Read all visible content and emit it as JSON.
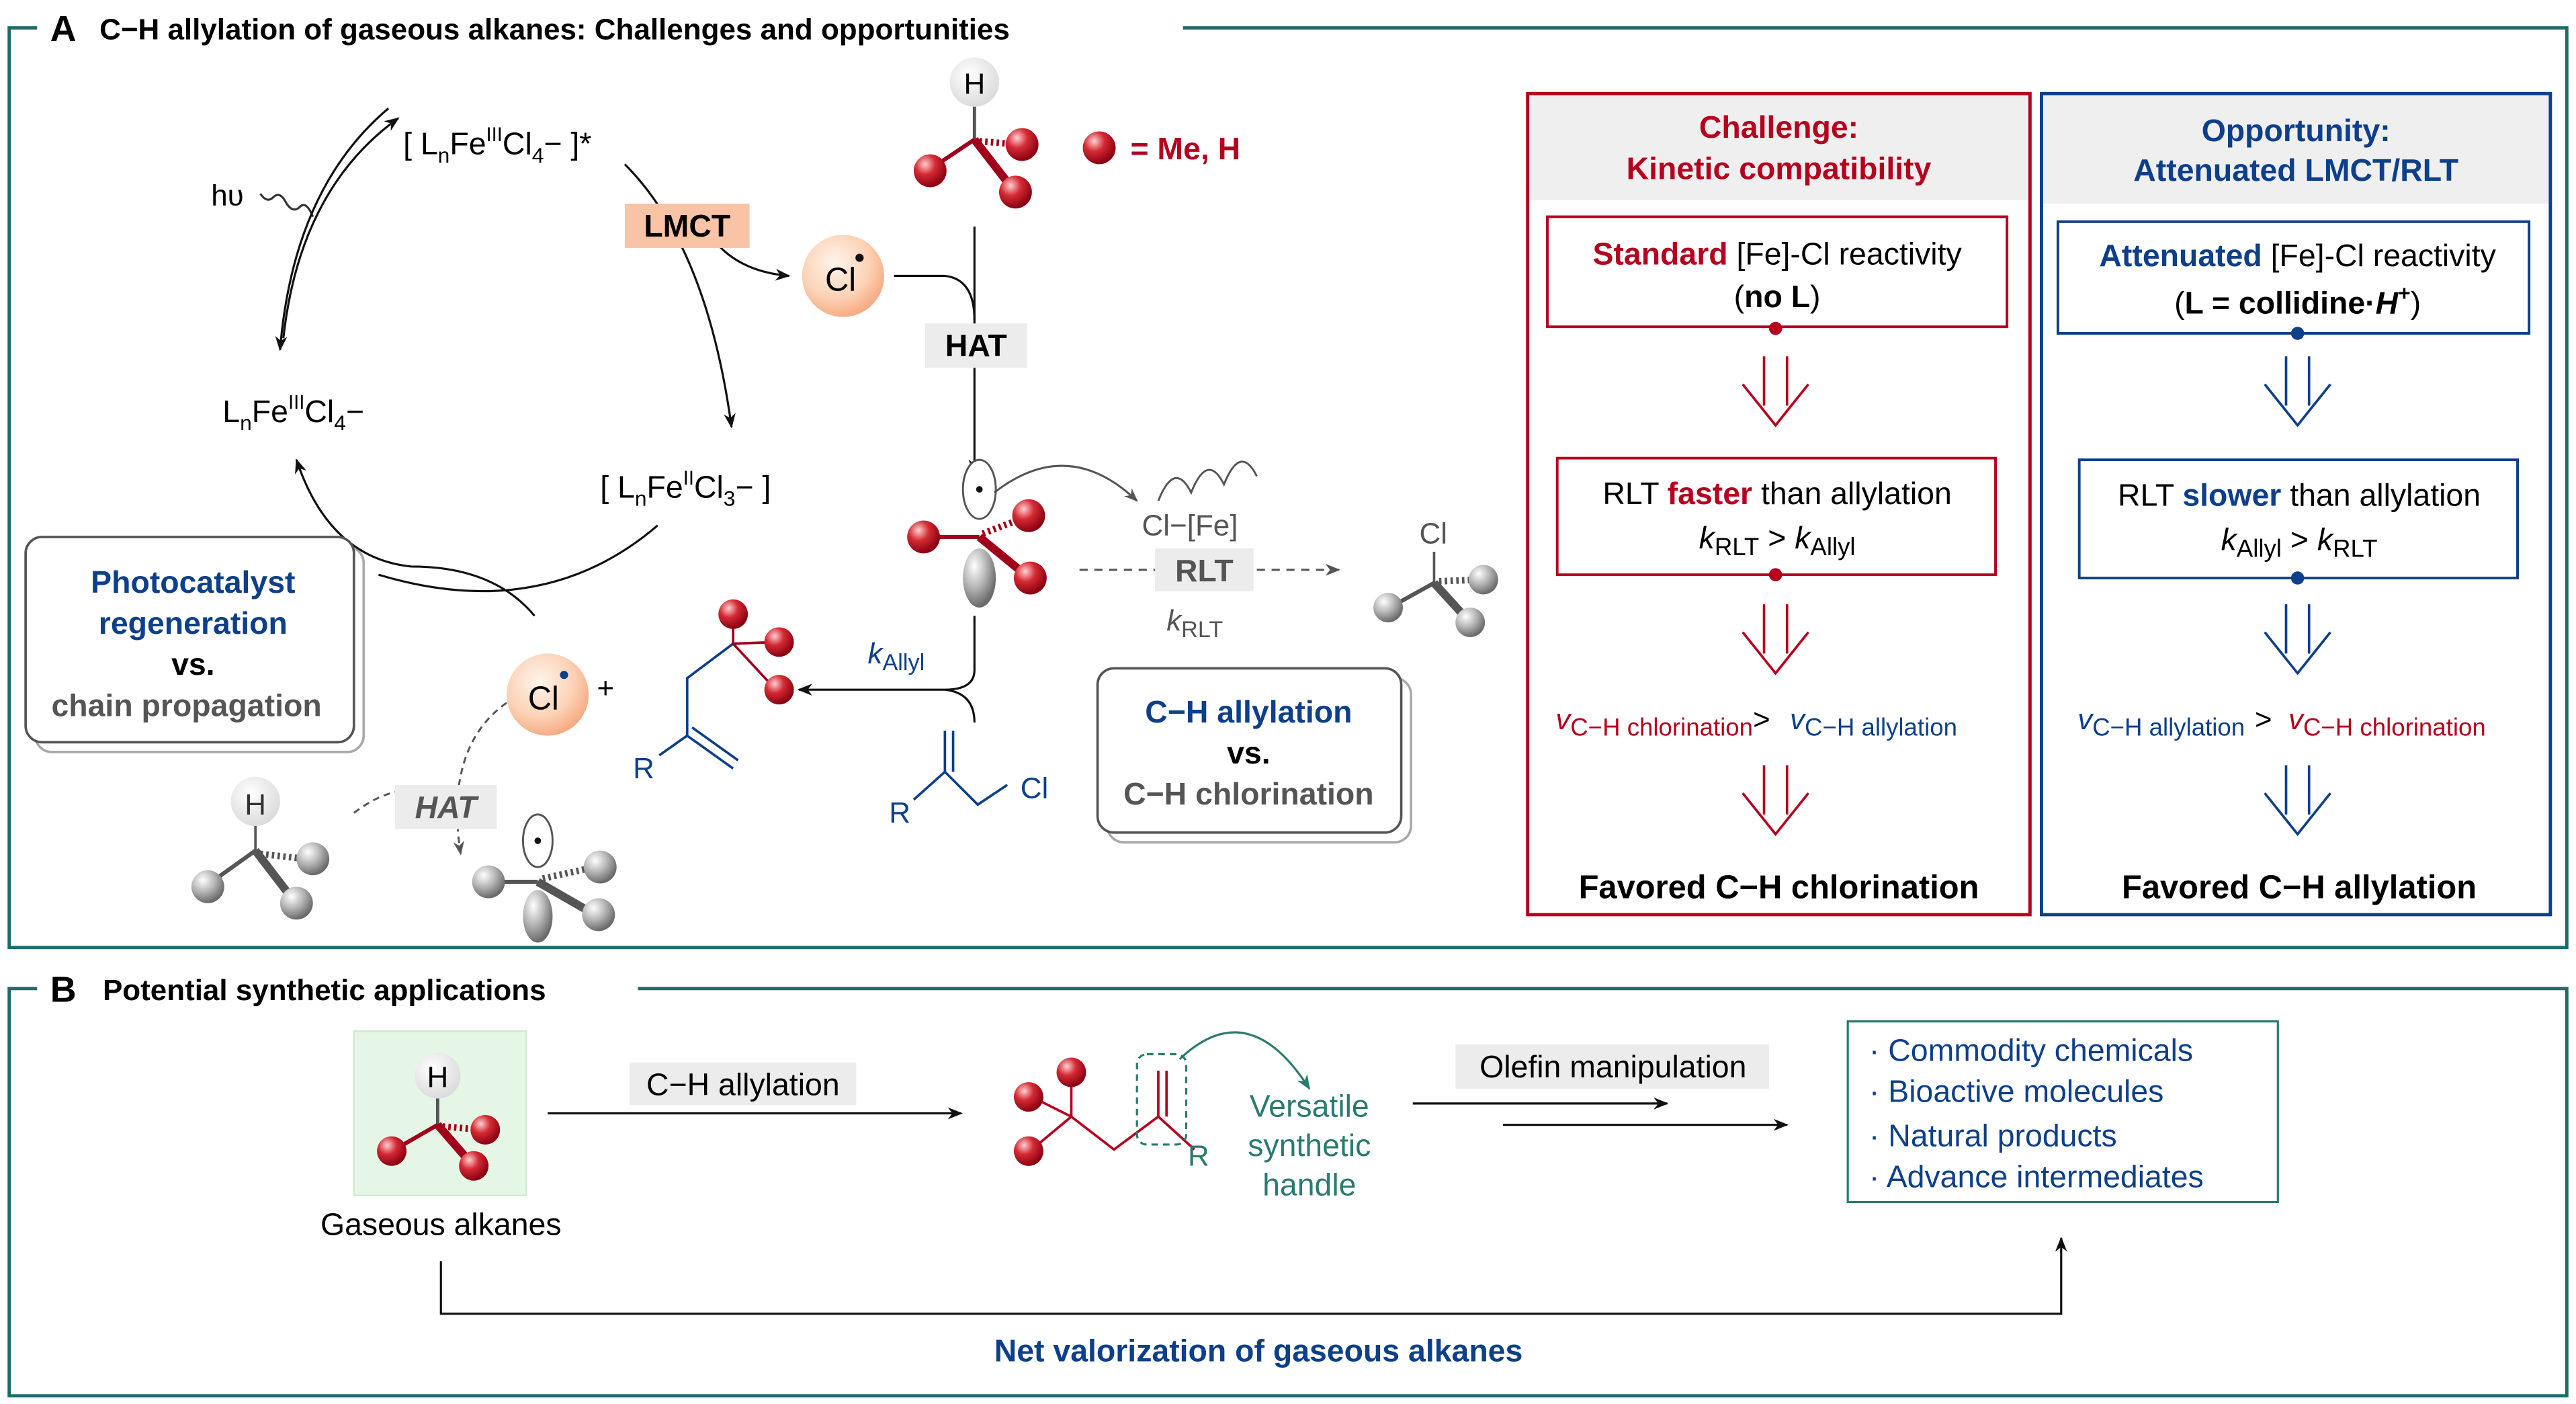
{
  "colors": {
    "frame": "#1f6b6b",
    "red": "#b5001e",
    "blue": "#0d3f8a",
    "teal": "#2a7a6f",
    "lmct_fill": "#f9c3a6",
    "label_fill": "#ececec",
    "header_fill": "#efefef",
    "green_fill": "#e6f6e6"
  },
  "panel_a": {
    "letter": "A",
    "title": "C−H allylation of gaseous alkanes: Challenges and opportunities",
    "cycle": {
      "excited": [
        "[ L",
        "n",
        "Fe",
        "III",
        "Cl",
        "4",
        "− ]*"
      ],
      "hv": "hυ",
      "ground": [
        "L",
        "n",
        "Fe",
        "III",
        "Cl",
        "4",
        "−"
      ],
      "reduced": [
        "[ L",
        "n",
        "Fe",
        "II",
        "Cl",
        "3",
        "− ]"
      ],
      "lmct": "LMCT",
      "cl_radical": "Cl",
      "plus": "+"
    },
    "legend": {
      "h": "H",
      "text": "= Me, H"
    },
    "hat_label": "HAT",
    "hat_italic": "HAT",
    "rlt": {
      "cl_fe": "Cl−[Fe]",
      "label": "RLT",
      "k": "k",
      "k_sub": "RLT",
      "product_cl": "Cl"
    },
    "allyl": {
      "k": "k",
      "k_sub": "Allyl",
      "r1": "R",
      "r2": "R",
      "cl": "Cl"
    },
    "photocat_box": [
      "Photocatalyst",
      "regeneration",
      "vs.",
      "chain propagation"
    ],
    "compare_box": [
      "C−H allylation",
      "vs.",
      "C−H chlorination"
    ],
    "challenge": {
      "header": [
        "Challenge:",
        "Kinetic compatibility"
      ],
      "box1": {
        "bold": "Standard",
        "rest": " [Fe]-Cl reactivity",
        "line2_open": "(",
        "line2_bold": "no L",
        "line2_close": ")"
      },
      "box2": {
        "pre": "RLT ",
        "bold": "faster",
        "post": " than allylation",
        "k1": "k",
        "k1_sub": "RLT",
        "gt": " > ",
        "k2": "k",
        "k2_sub": "Allyl"
      },
      "rate": {
        "v1": "v",
        "v1_sub": "C−H chlorination",
        "gt": ">",
        "v2": "v",
        "v2_sub": "C−H allylation"
      },
      "result": "Favored C−H chlorination"
    },
    "opportunity": {
      "header": [
        "Opportunity:",
        "Attenuated LMCT/RLT"
      ],
      "box1": {
        "bold": "Attenuated",
        "rest": " [Fe]-Cl reactivity",
        "line2_open": "(",
        "line2_bold": "L = collidine·",
        "line2_h": "H",
        "line2_sup": "+",
        "line2_close": ")"
      },
      "box2": {
        "pre": "RLT ",
        "bold": "slower",
        "post": " than allylation",
        "k1": "k",
        "k1_sub": "Allyl",
        "gt": " > ",
        "k2": "k",
        "k2_sub": "RLT"
      },
      "rate": {
        "v1": "v",
        "v1_sub": "C−H allylation",
        "gt": ">",
        "v2": "v",
        "v2_sub": "C−H chlorination"
      },
      "result": "Favored C−H allylation"
    }
  },
  "panel_b": {
    "letter": "B",
    "title": "Potential synthetic applications",
    "h": "H",
    "start_label": "Gaseous alkanes",
    "step1": "C−H allylation",
    "r": "R",
    "handle": [
      "Versatile",
      "synthetic",
      "handle"
    ],
    "step2": "Olefin manipulation",
    "applications": [
      "· Commodity chemicals",
      "· Bioactive  molecules",
      "· Natural  products",
      "· Advance  intermediates"
    ],
    "net": "Net valorization of gaseous alkanes"
  }
}
